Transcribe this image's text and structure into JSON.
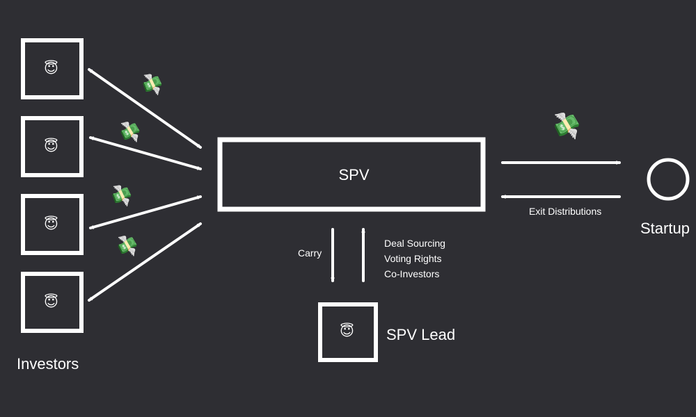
{
  "colors": {
    "background": "#2e2e33",
    "stroke": "#ffffff"
  },
  "investors": {
    "label": "Investors",
    "count": 4,
    "icon": "smiling-face-with-halo-icon",
    "glyph": "😇"
  },
  "spv": {
    "label": "SPV"
  },
  "startup": {
    "label": "Startup"
  },
  "spv_lead": {
    "label": "SPV Lead",
    "glyph": "😇"
  },
  "flows": {
    "money_glyph": "💸",
    "money_icon": "money-with-wings-icon",
    "carry_label": "Carry",
    "lead_benefits": [
      "Deal Sourcing",
      "Voting Rights",
      "Co-Investors"
    ],
    "exit_label": "Exit Distributions"
  }
}
